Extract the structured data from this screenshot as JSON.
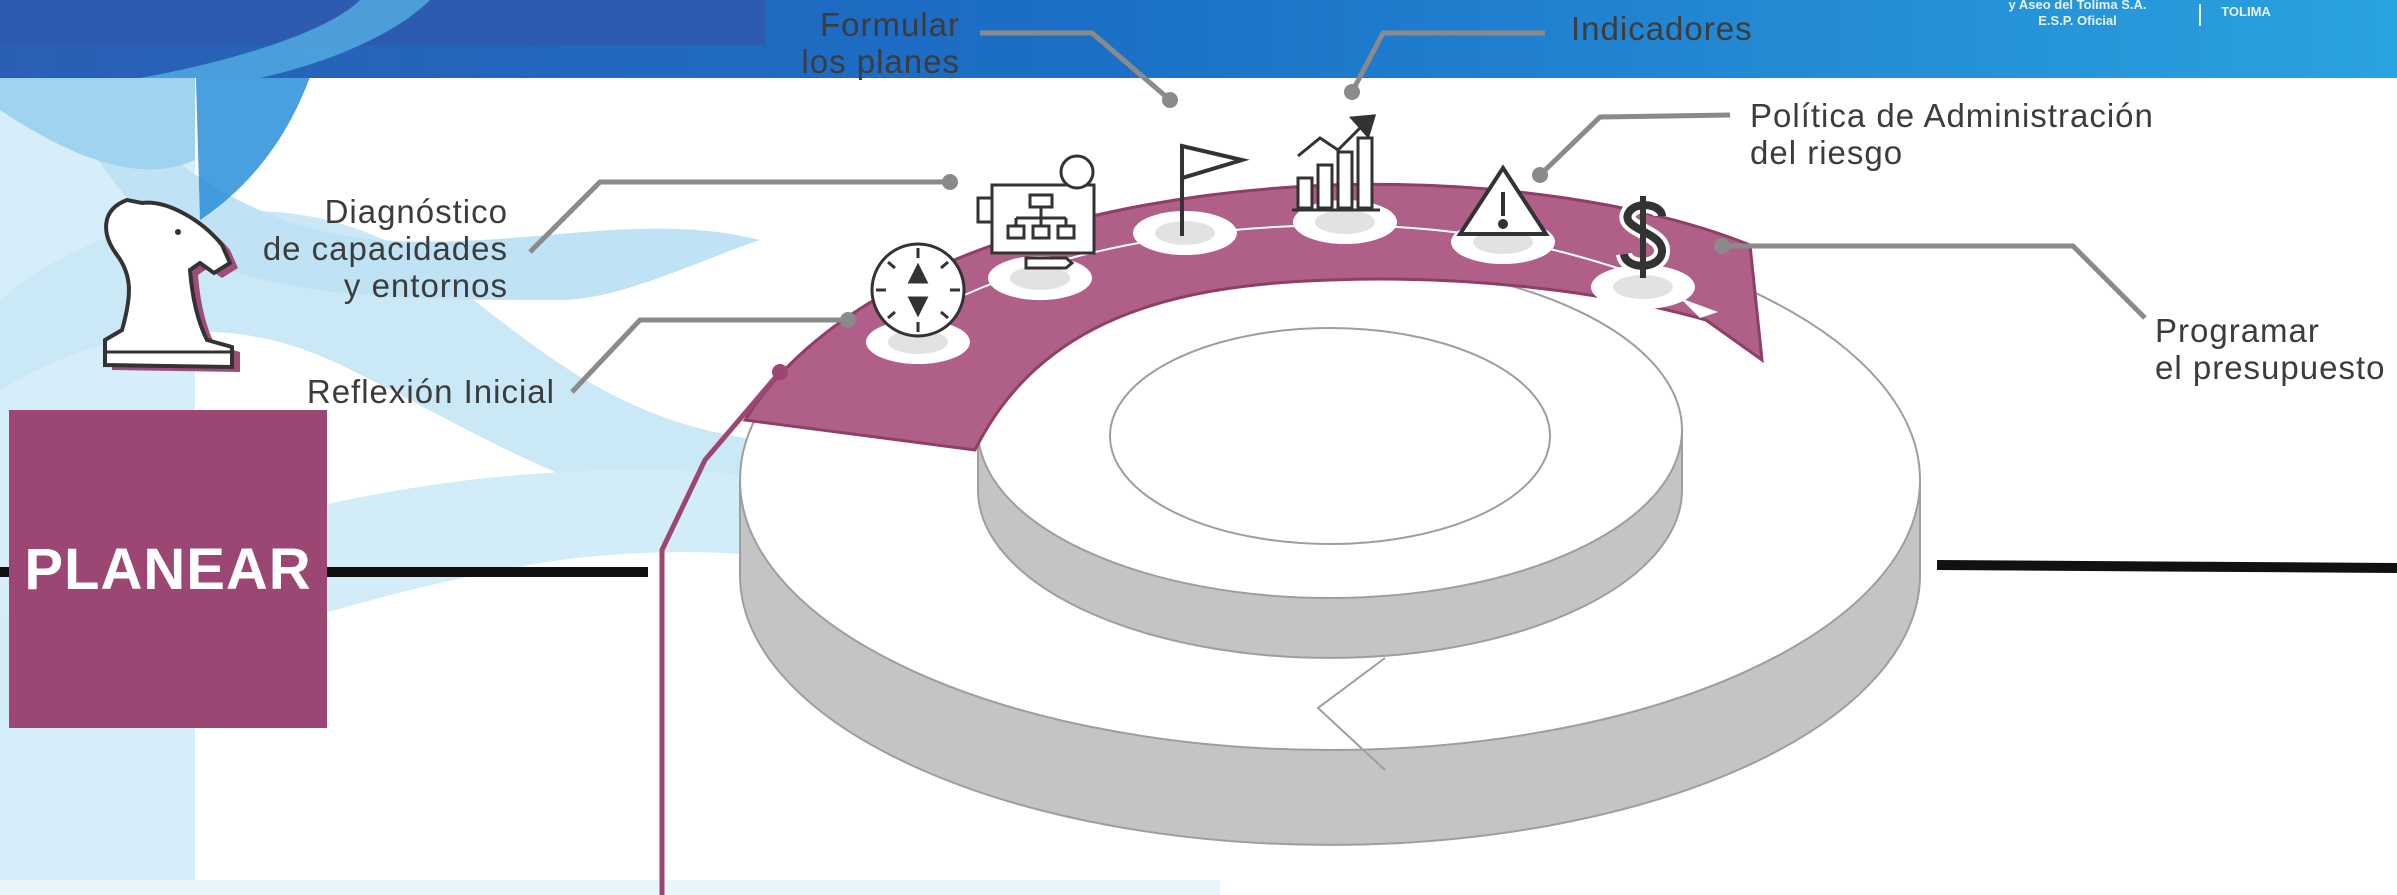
{
  "header": {
    "org_lines": [
      "y Aseo del Tolima S.A.",
      "E.S.P. Oficial"
    ],
    "brand": "TOLIMA"
  },
  "title": "PLANEAR",
  "steps": [
    {
      "name": "reflexion",
      "lines": [
        "Reflexión Inicial"
      ],
      "icon": "compass-icon"
    },
    {
      "name": "diagnostico",
      "lines": [
        "Diagnóstico",
        "de capacidades",
        "y entornos"
      ],
      "icon": "org-chart-board-icon"
    },
    {
      "name": "formular",
      "lines": [
        "Formular",
        "los planes"
      ],
      "icon": "flag-icon"
    },
    {
      "name": "indicadores",
      "lines": [
        "Indicadores"
      ],
      "icon": "bar-chart-trend-icon"
    },
    {
      "name": "riesgo",
      "lines": [
        "Política de Administración",
        "del riesgo"
      ],
      "icon": "warning-icon"
    },
    {
      "name": "presupuesto",
      "lines": [
        "Programar",
        "el presupuesto"
      ],
      "icon": "dollar-icon"
    }
  ],
  "colors": {
    "accent": "#9c4773",
    "arrow": "#b05f89",
    "ring": "#c4c4c4",
    "header_blue": "#1f6fc4",
    "light_blue": "#cce8f6"
  }
}
